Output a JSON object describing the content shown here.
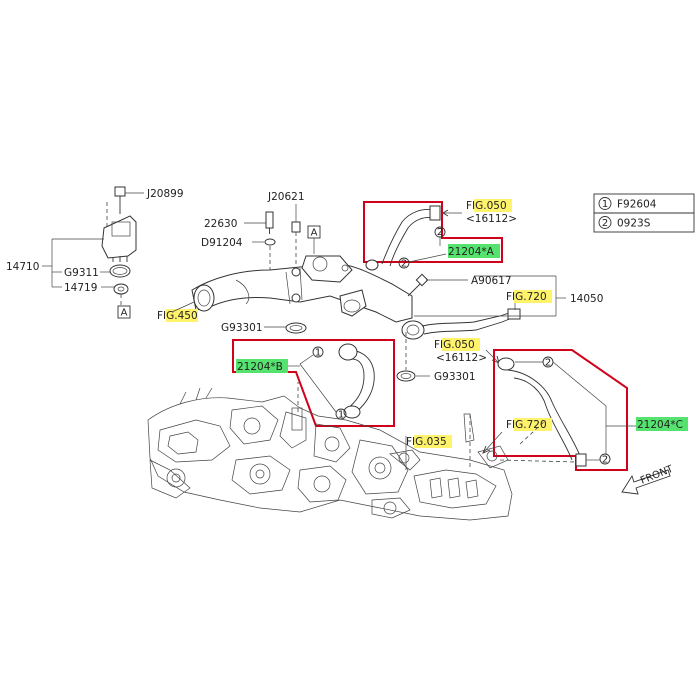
{
  "legend": {
    "items": [
      {
        "marker": "1",
        "code": "F92604"
      },
      {
        "marker": "2",
        "code": "0923S"
      }
    ]
  },
  "labels": {
    "j20899": "J20899",
    "j20621": "J20621",
    "p22630": "22630",
    "d91204": "D91204",
    "p14710": "14710",
    "g9311": "G9311",
    "p14719": "14719",
    "ref_a": "A",
    "fig450": {
      "pre": "F",
      "hl": "IG.45",
      "post": "0"
    },
    "g93301_top": "G93301",
    "fig050_top": {
      "pre": "F",
      "hl": "IG.05",
      "post": "0"
    },
    "sub16112_top": "<16112>",
    "hose_a": "21204*A",
    "a90617": "A90617",
    "fig720_top": {
      "pre": "F",
      "hl": "IG.72",
      "post": "0"
    },
    "p14050": "14050",
    "hose_b": "21204*B",
    "fig050_mid": {
      "pre": "F",
      "hl": "IG.05",
      "post": "0"
    },
    "sub16112_mid": "<16112>",
    "g93301_mid": "G93301",
    "hose_c": "21204*C",
    "fig720_bot": {
      "pre": "F",
      "hl": "IG.72",
      "post": "0"
    },
    "fig035": {
      "pre": "F",
      "hl": "IG.03",
      "post": "5"
    },
    "front": "FRONT",
    "marker_1": "1",
    "marker_2": "2"
  },
  "colors": {
    "highlight_yellow": "#fff36b",
    "highlight_green": "#55e26e",
    "callout_red": "#d0021b",
    "line": "#333333"
  }
}
